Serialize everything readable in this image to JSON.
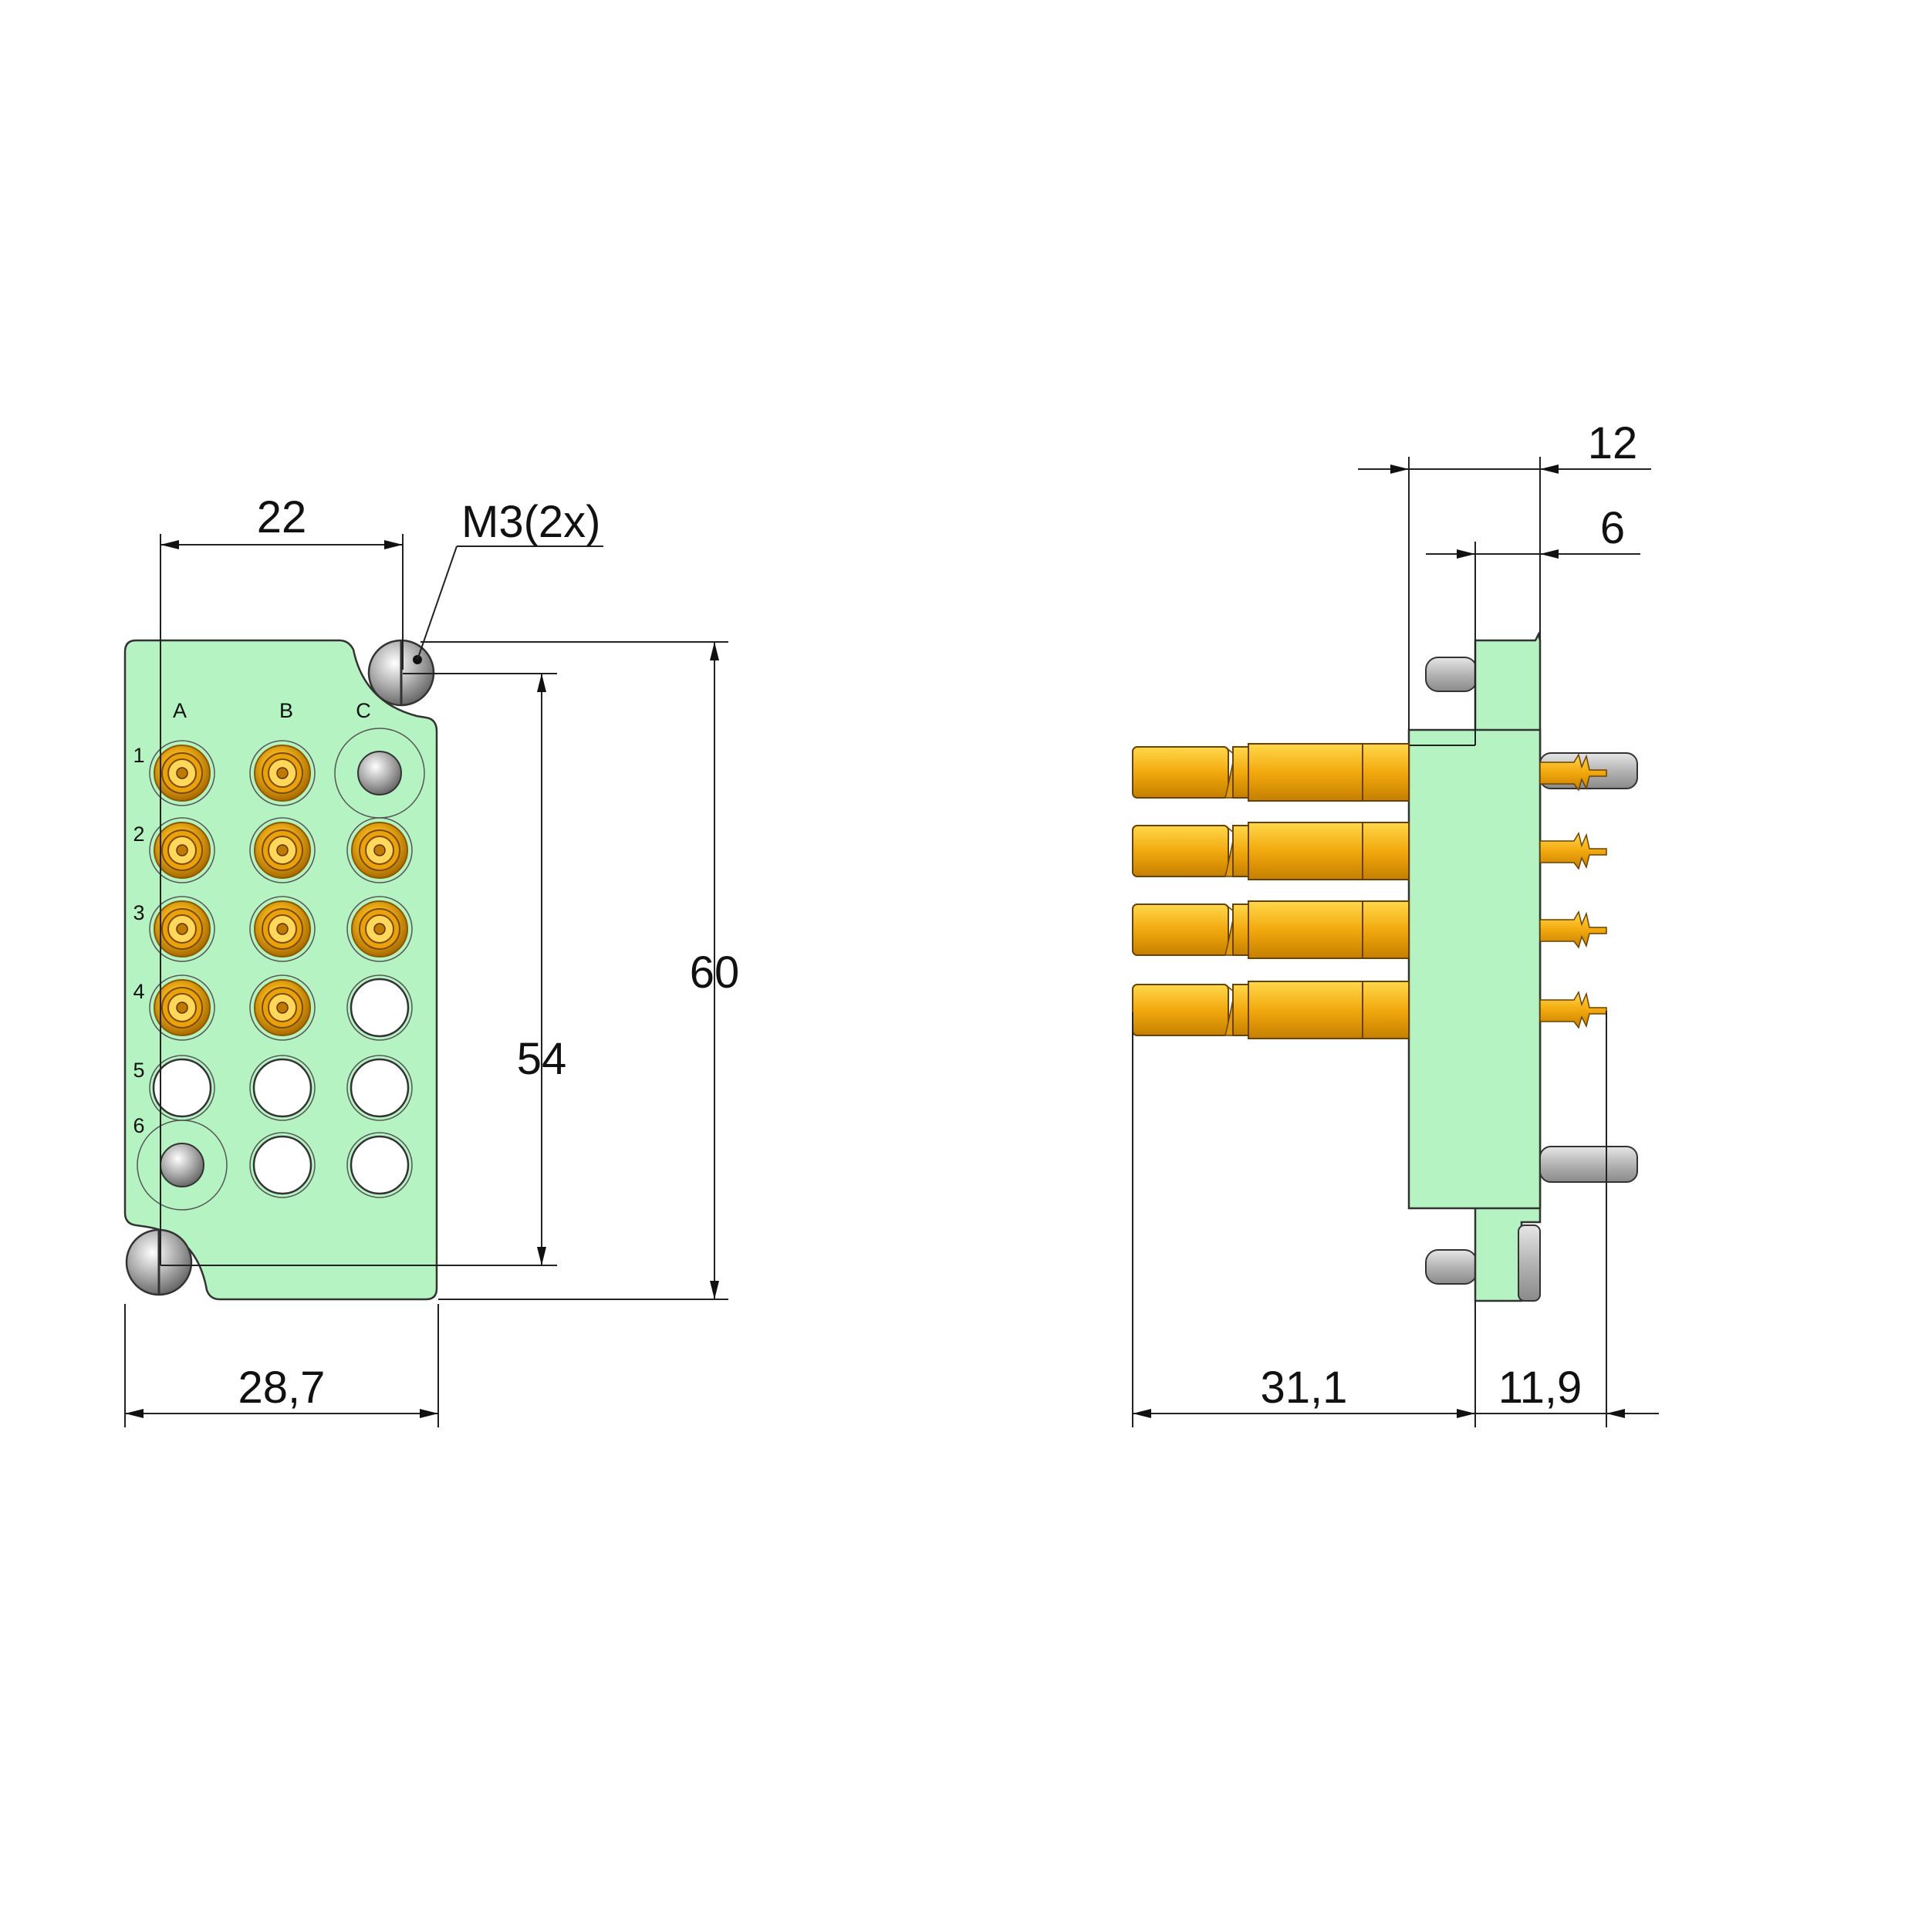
{
  "front_view": {
    "column_labels": [
      "A",
      "B",
      "C"
    ],
    "row_labels": [
      "1",
      "2",
      "3",
      "4",
      "5",
      "6"
    ],
    "dim_width_top": "22",
    "dim_width_bottom": "28,7",
    "dim_height_outer": "60",
    "dim_height_inner": "54",
    "screw_callout": "M3(2x)"
  },
  "side_view": {
    "dim_top_outer": "12",
    "dim_top_inner": "6",
    "dim_bottom_left": "31,1",
    "dim_bottom_right": "11,9"
  },
  "colors": {
    "housing": "#b6f3c2",
    "contact_gold": "#f2b21a",
    "pin_grey": "#c8c8c8"
  }
}
